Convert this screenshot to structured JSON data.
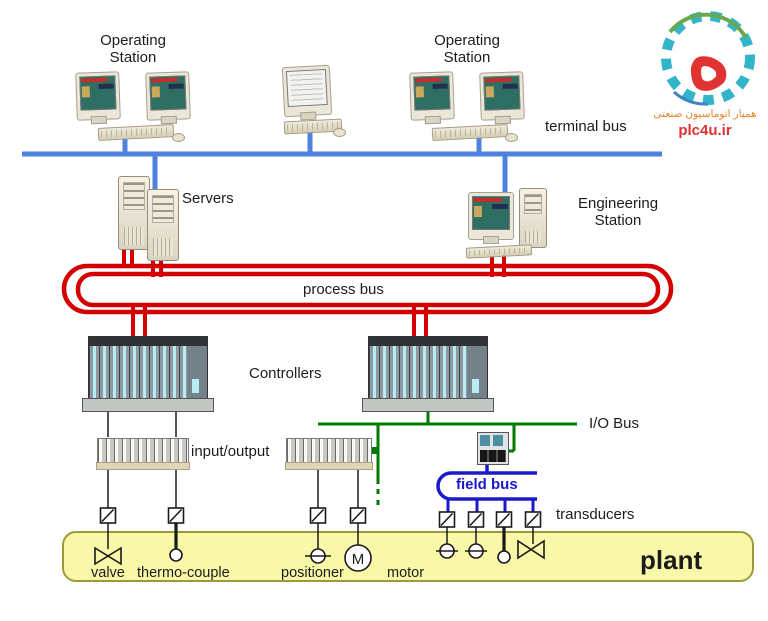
{
  "colors": {
    "terminal_bus": "#4e82e0",
    "process_bus": "#d40000",
    "io_bus": "#007a00",
    "field_bus": "#1a1acc",
    "plant_fill": "#f8f8a8",
    "plant_border": "#9b9b3a",
    "logo_teal": "#33b5c9",
    "logo_red": "#e23333",
    "logo_orange": "#e8832a",
    "label_text": "#1c1c1c"
  },
  "labels": {
    "operating_station_left": "Operating\nStation",
    "operating_station_right": "Operating\nStation",
    "terminal_bus": "terminal bus",
    "servers": "Servers",
    "engineering_station": "Engineering\nStation",
    "process_bus": "process bus",
    "controllers": "Controllers",
    "io_bus": "I/O Bus",
    "input_output": "input/output",
    "field_bus": "field bus",
    "transducers": "transducers",
    "plant": "plant",
    "valve": "valve",
    "thermo_couple": "thermo-couple",
    "positioner": "positioner",
    "motor": "motor"
  },
  "symbols": {
    "motor_letter": "M"
  },
  "logo": {
    "glyph": "ه",
    "tagline": "همیار اتوماسیون صنعتی",
    "site": "plc4u.ir"
  }
}
